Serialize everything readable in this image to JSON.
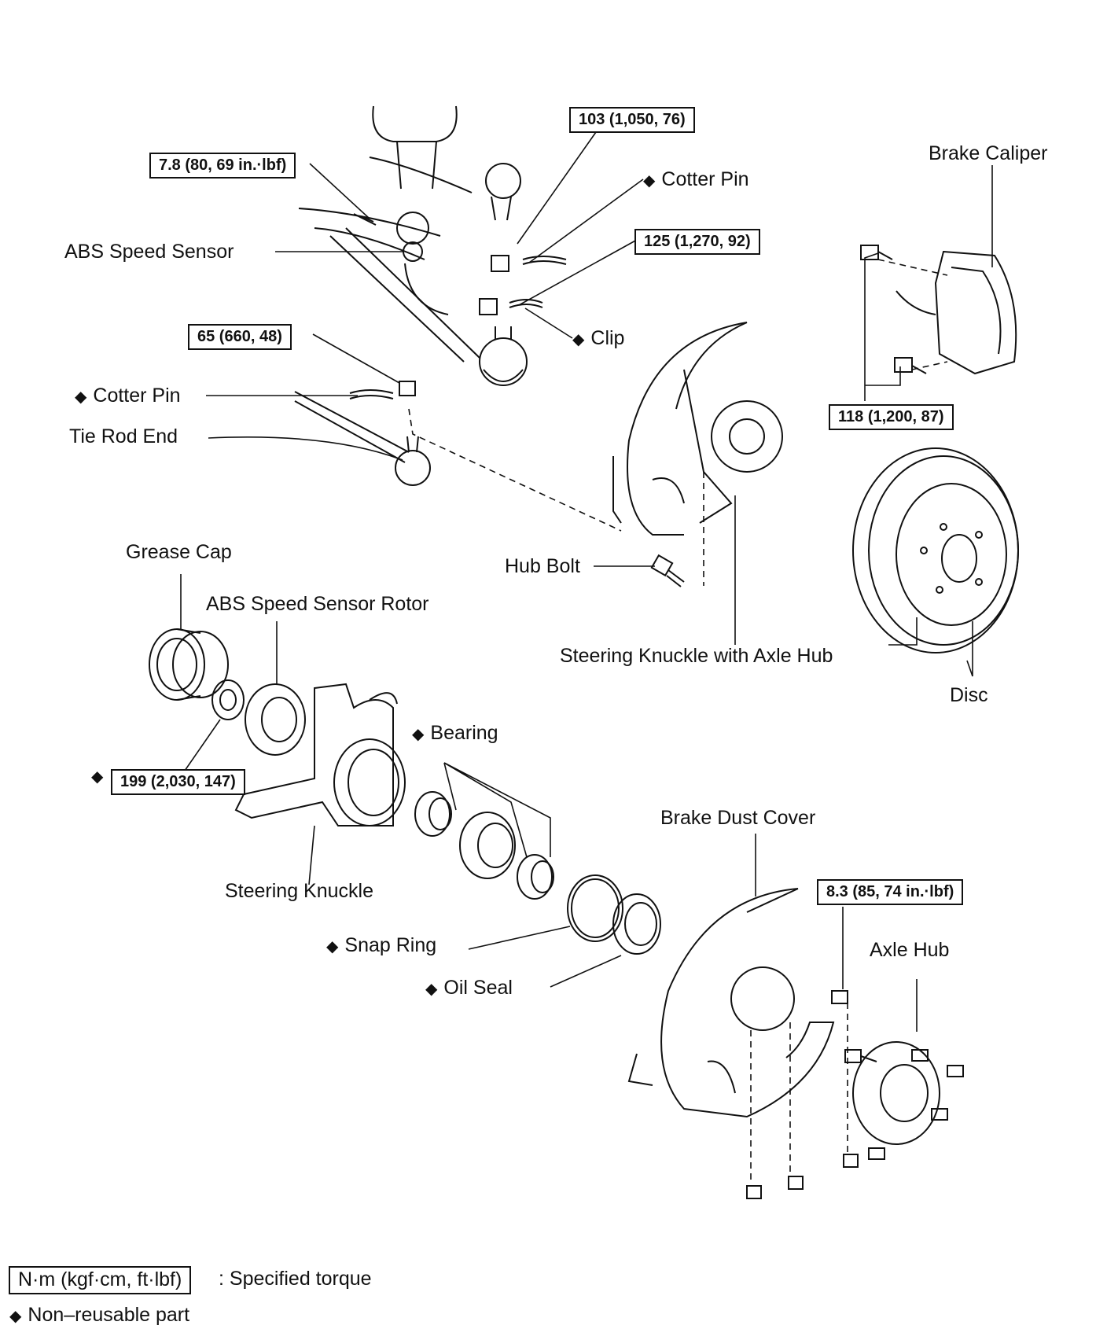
{
  "diamond": "◆",
  "labels": {
    "brake_caliper": "Brake Caliper",
    "cotter_pin_top": "Cotter Pin",
    "abs_speed_sensor": "ABS Speed Sensor",
    "clip": "Clip",
    "cotter_pin_left": "Cotter Pin",
    "tie_rod_end": "Tie Rod End",
    "grease_cap": "Grease Cap",
    "hub_bolt": "Hub Bolt",
    "abs_speed_sensor_rotor": "ABS Speed Sensor Rotor",
    "steering_knuckle_with_axle_hub": "Steering Knuckle with Axle Hub",
    "disc": "Disc",
    "bearing": "Bearing",
    "brake_dust_cover": "Brake Dust Cover",
    "steering_knuckle": "Steering Knuckle",
    "axle_hub": "Axle Hub",
    "snap_ring": "Snap Ring",
    "oil_seal": "Oil Seal"
  },
  "torques": {
    "t1": "103 (1,050, 76)",
    "t2": "7.8 (80, 69 in.·lbf)",
    "t3": "125 (1,270, 92)",
    "t4": "65 (660, 48)",
    "t5": "118 (1,200, 87)",
    "t6": "199 (2,030, 147)",
    "t7": "8.3 (85, 74 in.·lbf)"
  },
  "legend": {
    "torque_unit": "N·m (kgf·cm, ft·lbf)",
    "torque_desc": ": Specified torque",
    "nonreusable_desc": "Non–reusable part"
  }
}
